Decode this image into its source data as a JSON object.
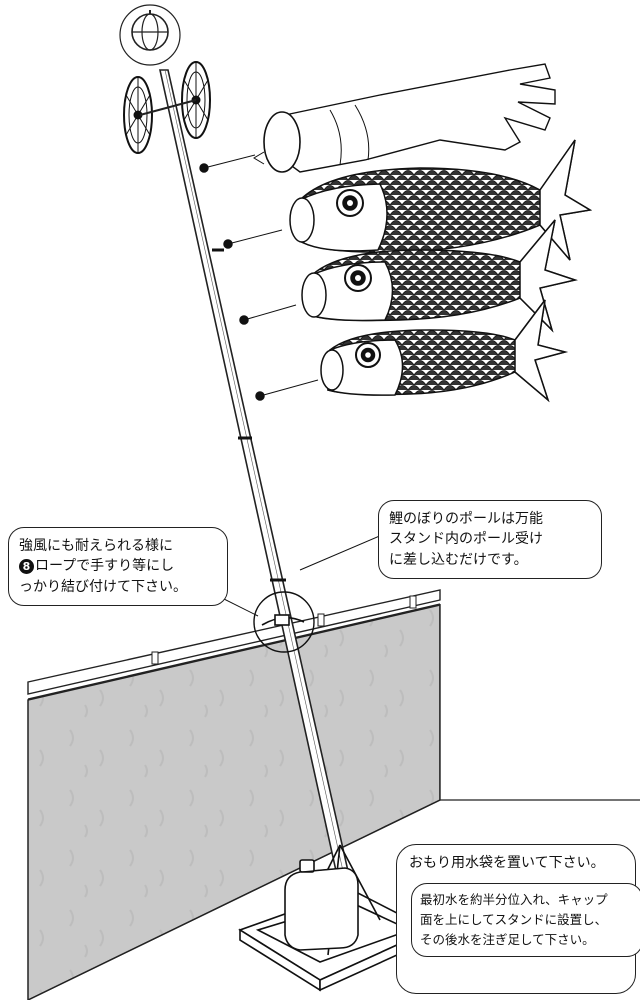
{
  "callouts": {
    "wind": {
      "line1": "強風にも耐えられる様に",
      "rope_number": "8",
      "line2": "ロープで手すり等にし",
      "line3": "っかり結び付けて下さい。"
    },
    "pole": {
      "line1": "鯉のぼりのポールは万能",
      "line2": "スタンド内のポール受け",
      "line3": "に差し込むだけです。"
    },
    "water": {
      "heading": "おもり用水袋を置いて下さい。",
      "line1": "最初水を約半分位入れ、キャップ",
      "line2": "面を上にしてスタンドに設置し、",
      "line3": "その後水を注ぎ足して下さい。"
    }
  }
}
